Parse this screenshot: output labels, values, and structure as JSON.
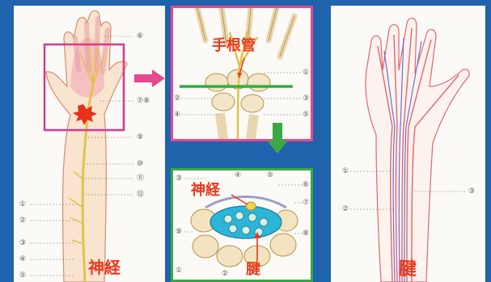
{
  "left": {
    "label_nerve": "神経",
    "markers": [
      "⑥",
      "⑦⑧",
      "⑨",
      "⑩",
      "⑪",
      "⑫",
      "①",
      "②",
      "③",
      "④",
      "⑤"
    ]
  },
  "top_middle": {
    "label_carpal_tunnel": "手根管",
    "markers": [
      "①",
      "②",
      "③",
      "④",
      "⑤"
    ]
  },
  "bottom_middle": {
    "label_nerve": "神経",
    "label_tendon": "腱",
    "markers": [
      "③",
      "④",
      "⑤",
      "⑥",
      "⑦",
      "⑧",
      "⑨",
      "①",
      "②"
    ]
  },
  "right": {
    "label_tendon": "腱",
    "markers": [
      "①",
      "②",
      "③"
    ]
  },
  "colors": {
    "background": "#1f63ad",
    "highlight_box": "#e6498f",
    "cross_section_box": "#3aa844",
    "label_red": "#e83a1f",
    "nerve": "#e2c24a",
    "tendon_red": "#e46470",
    "tendon_blue": "#6a6fd0"
  }
}
